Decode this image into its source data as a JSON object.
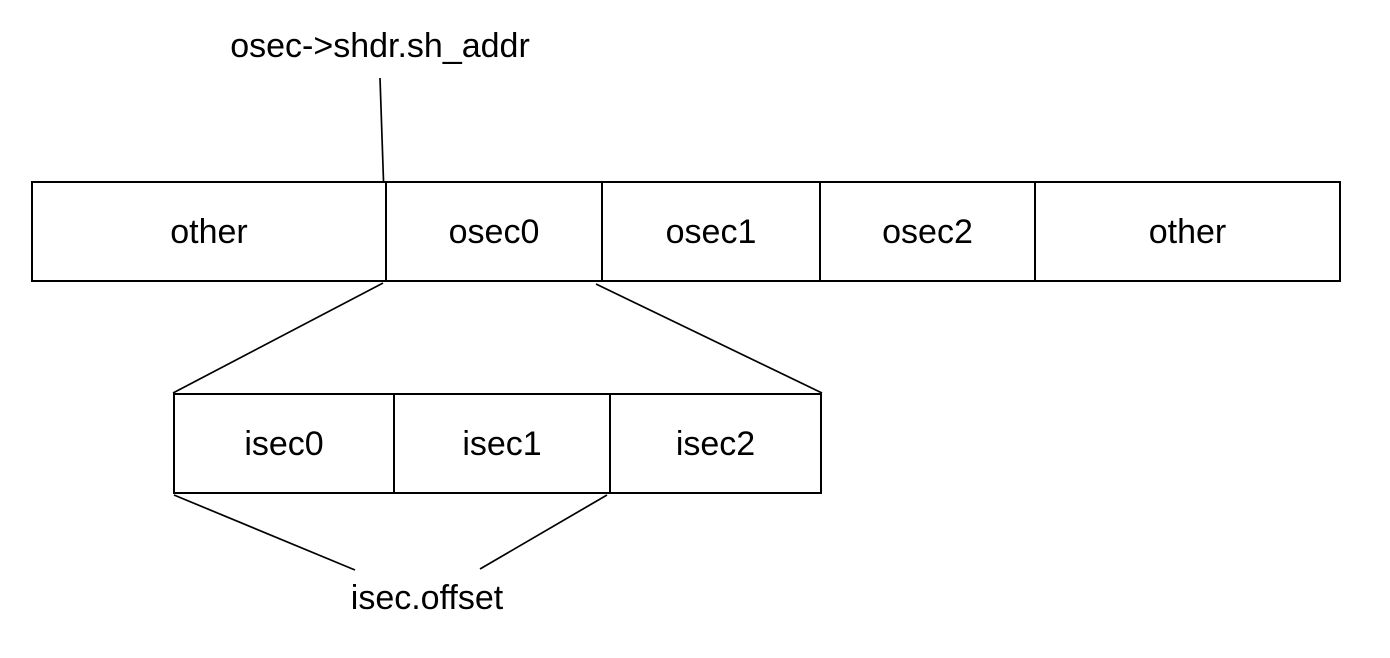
{
  "labels": {
    "top_pointer": "osec->shdr.sh_addr",
    "bottom_pointer": "isec.offset"
  },
  "outer_bar": {
    "cells": [
      "other",
      "osec0",
      "osec1",
      "osec2",
      "other"
    ]
  },
  "inner_bar": {
    "cells": [
      "isec0",
      "isec1",
      "isec2"
    ]
  },
  "colors": {
    "stroke": "#000000",
    "text": "#000000",
    "background": "#ffffff"
  }
}
